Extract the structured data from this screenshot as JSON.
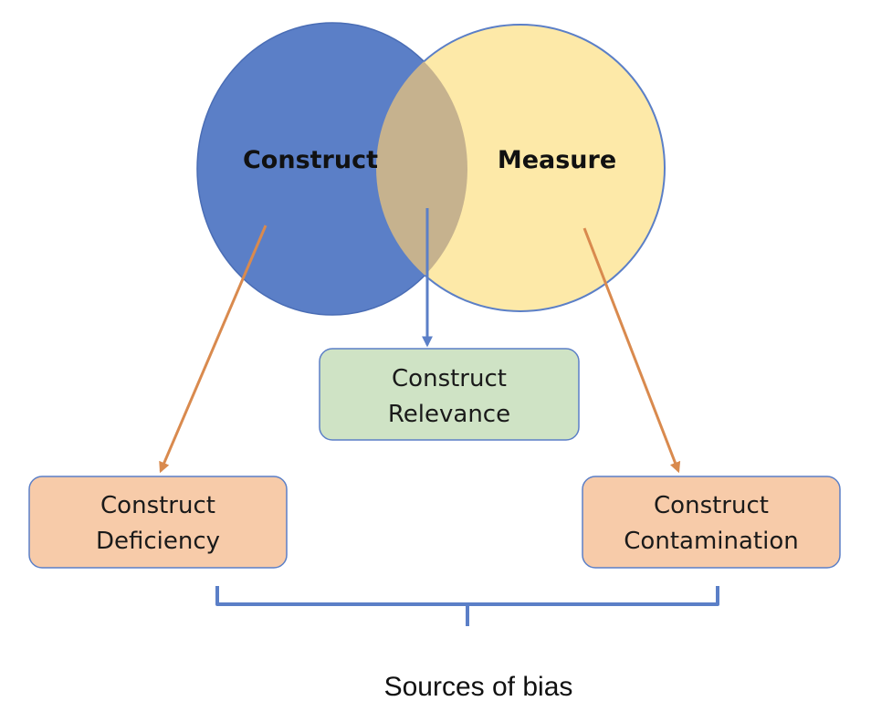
{
  "circles": {
    "construct": {
      "label": "Construct",
      "color": "#5b7fc7"
    },
    "measure": {
      "label": "Measure",
      "color": "#fde9a8"
    },
    "overlap_color": "#c6b28e"
  },
  "boxes": {
    "relevance": {
      "line1": "Construct",
      "line2": "Relevance",
      "color": "#cfe3c5"
    },
    "deficiency": {
      "line1": "Construct",
      "line2": "Deficiency",
      "color": "#f7cba9"
    },
    "contamination": {
      "line1": "Construct",
      "line2": "Contamination",
      "color": "#f7cba9"
    }
  },
  "bracket": {
    "caption": "Sources of bias",
    "color": "#5b7fc7"
  },
  "arrow_colors": {
    "orange": "#d98a4e",
    "blue": "#5b7fc7"
  }
}
